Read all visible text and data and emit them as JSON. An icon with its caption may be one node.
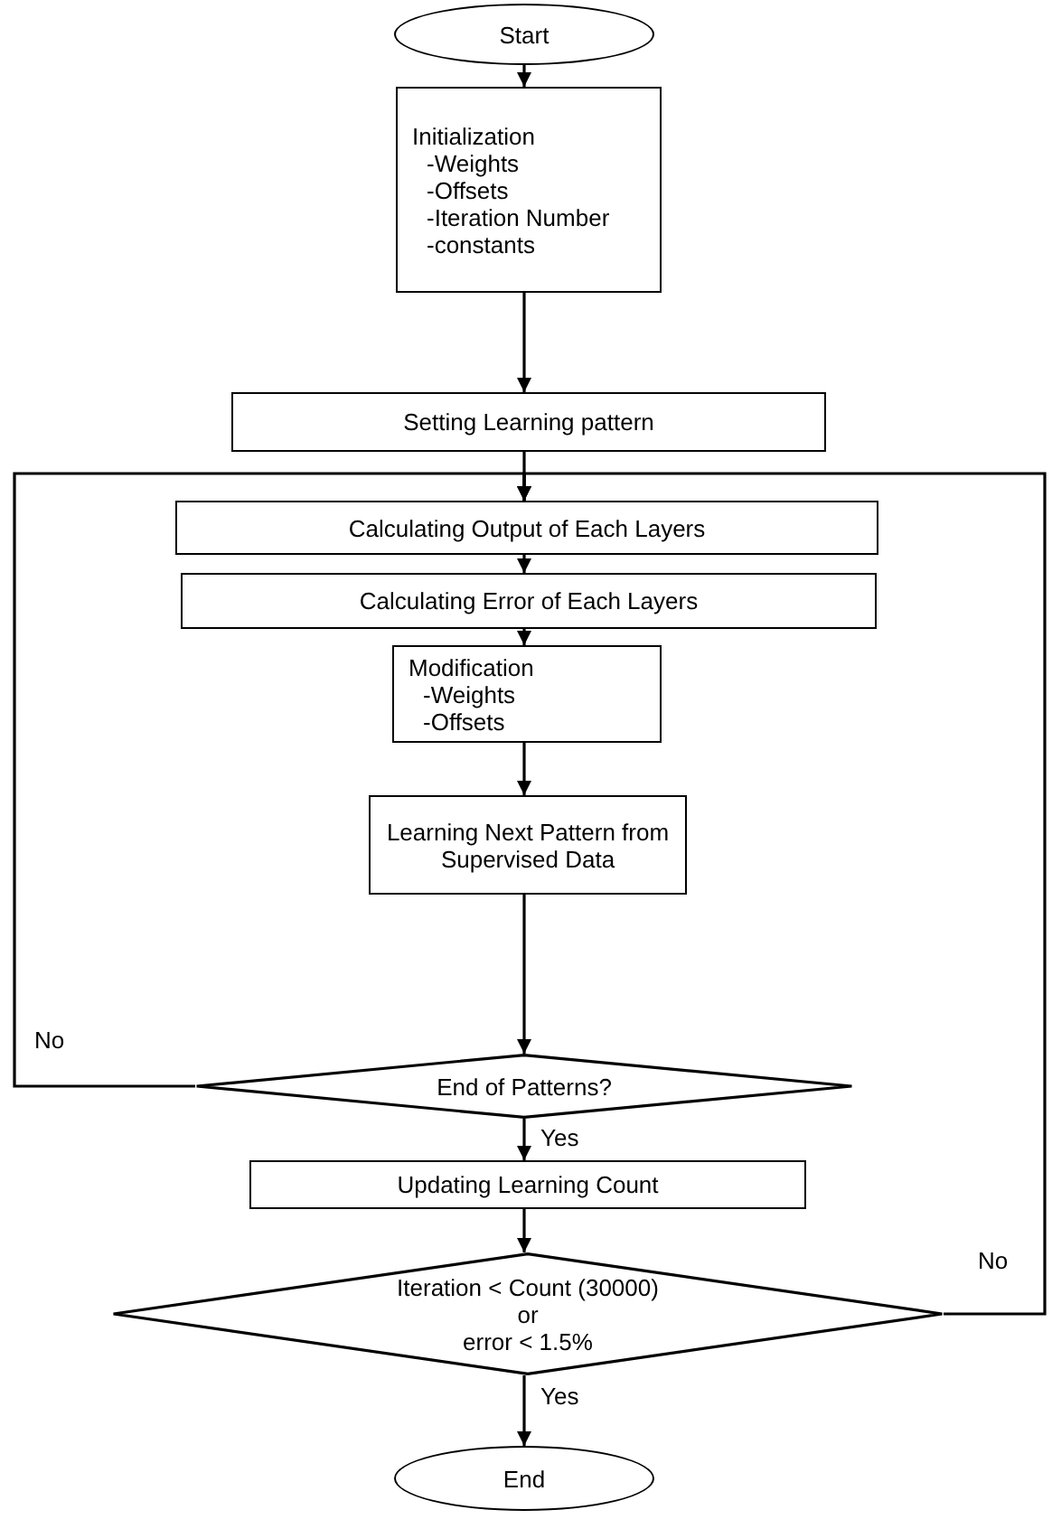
{
  "diagram": {
    "nodes": [
      {
        "text": [
          "Start"
        ]
      },
      {
        "text": [
          "Initialization",
          "-Weights",
          "-Offsets",
          "-Iteration Number",
          "-constants"
        ]
      },
      {
        "text": [
          "Setting Learning pattern"
        ]
      },
      {
        "text": [
          "Calculating Output of Each Layers"
        ]
      },
      {
        "text": [
          "Calculating Error of Each Layers"
        ]
      },
      {
        "text": [
          "Modification",
          "-Weights",
          "-Offsets"
        ]
      },
      {
        "text": [
          "Learning Next Pattern from Supervised Data"
        ]
      },
      {
        "text": [
          "End of Patterns?"
        ]
      },
      {
        "text": [
          "Updating Learning Count"
        ]
      },
      {
        "text": [
          "Iteration < Count (30000)",
          "or",
          "error < 1.5%"
        ]
      },
      {
        "text": [
          "End"
        ]
      }
    ],
    "edges": [
      {
        "from": 0,
        "to": 1,
        "arrow": "to"
      },
      {
        "from": 1,
        "to": 2,
        "arrow": "to"
      },
      {
        "from": 2,
        "to": 3,
        "arrow": "to"
      },
      {
        "from": 3,
        "to": 4,
        "arrow": "to"
      },
      {
        "from": 4,
        "to": 5,
        "arrow": "to"
      },
      {
        "from": 5,
        "to": 6,
        "arrow": "to"
      },
      {
        "from": 6,
        "to": 7,
        "arrow": "to"
      },
      {
        "from": 7,
        "to": 3,
        "arrow": "to",
        "label": "No"
      },
      {
        "from": 7,
        "to": 8,
        "arrow": "to",
        "label": "Yes"
      },
      {
        "from": 8,
        "to": 9,
        "arrow": "to"
      },
      {
        "from": 9,
        "to": 3,
        "arrow": "to",
        "label": "No"
      },
      {
        "from": 9,
        "to": 10,
        "arrow": "to",
        "label": "Yes"
      }
    ]
  }
}
